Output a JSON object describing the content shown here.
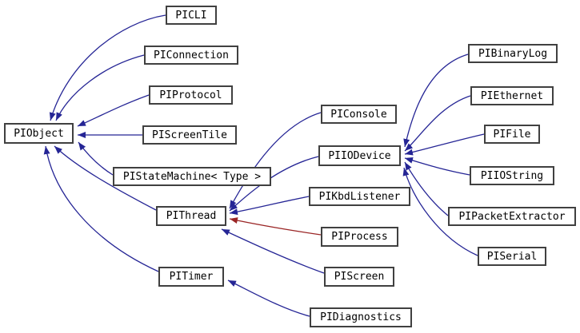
{
  "diagram": {
    "type": "class-inheritance-graph",
    "nodes": [
      {
        "id": "piobject",
        "label": "PIObject"
      },
      {
        "id": "picli",
        "label": "PICLI"
      },
      {
        "id": "piconnection",
        "label": "PIConnection"
      },
      {
        "id": "piprotocol",
        "label": "PIProtocol"
      },
      {
        "id": "piscreentile",
        "label": "PIScreenTile"
      },
      {
        "id": "pistatemachine",
        "label": "PIStateMachine< Type >"
      },
      {
        "id": "pithread",
        "label": "PIThread"
      },
      {
        "id": "piconsole",
        "label": "PIConsole"
      },
      {
        "id": "piiodevice",
        "label": "PIIODevice"
      },
      {
        "id": "pikbdlistener",
        "label": "PIKbdListener"
      },
      {
        "id": "piprocess",
        "label": "PIProcess"
      },
      {
        "id": "pibinarylog",
        "label": "PIBinaryLog"
      },
      {
        "id": "piethernet",
        "label": "PIEthernet"
      },
      {
        "id": "pifile",
        "label": "PIFile"
      },
      {
        "id": "piiostring",
        "label": "PIIOString"
      },
      {
        "id": "pipacketextractor",
        "label": "PIPacketExtractor"
      },
      {
        "id": "piserial",
        "label": "PISerial"
      },
      {
        "id": "pitimer",
        "label": "PITimer"
      },
      {
        "id": "piscreen",
        "label": "PIScreen"
      },
      {
        "id": "pidiagnostics",
        "label": "PIDiagnostics"
      }
    ],
    "edges": [
      {
        "from": "PICLI",
        "to": "PIObject",
        "style": "blue"
      },
      {
        "from": "PIConnection",
        "to": "PIObject",
        "style": "blue"
      },
      {
        "from": "PIProtocol",
        "to": "PIObject",
        "style": "blue"
      },
      {
        "from": "PIScreenTile",
        "to": "PIObject",
        "style": "blue"
      },
      {
        "from": "PIStateMachine< Type >",
        "to": "PIObject",
        "style": "blue"
      },
      {
        "from": "PIThread",
        "to": "PIObject",
        "style": "blue"
      },
      {
        "from": "PITimer",
        "to": "PIObject",
        "style": "blue"
      },
      {
        "from": "PIConsole",
        "to": "PIThread",
        "style": "blue"
      },
      {
        "from": "PIIODevice",
        "to": "PIThread",
        "style": "blue"
      },
      {
        "from": "PIKbdListener",
        "to": "PIThread",
        "style": "blue"
      },
      {
        "from": "PIProcess",
        "to": "PIThread",
        "style": "red"
      },
      {
        "from": "PIScreen",
        "to": "PIThread",
        "style": "blue"
      },
      {
        "from": "PIBinaryLog",
        "to": "PIIODevice",
        "style": "blue"
      },
      {
        "from": "PIEthernet",
        "to": "PIIODevice",
        "style": "blue"
      },
      {
        "from": "PIFile",
        "to": "PIIODevice",
        "style": "blue"
      },
      {
        "from": "PIIOString",
        "to": "PIIODevice",
        "style": "blue"
      },
      {
        "from": "PIPacketExtractor",
        "to": "PIIODevice",
        "style": "blue"
      },
      {
        "from": "PISerial",
        "to": "PIIODevice",
        "style": "blue"
      },
      {
        "from": "PIDiagnostics",
        "to": "PITimer",
        "style": "blue"
      }
    ],
    "colors": {
      "blue": "#252595",
      "red": "#9a2525",
      "node_border": "#404040",
      "node_fill": "#ffffff",
      "text": "#000000",
      "background": "#ffffff"
    }
  }
}
